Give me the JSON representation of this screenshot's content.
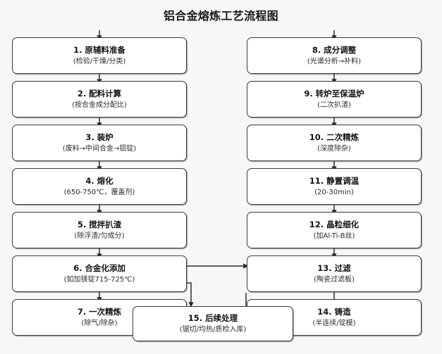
{
  "chart_data": {
    "type": "diagram",
    "diagram_kind": "flowchart",
    "title": "铝合金熔炼工艺流程图",
    "orientation": "two-column, top-to-bottom",
    "background_color": "#f7f7f7",
    "node_fill": "#ffffff",
    "node_border": "#3a3a3a",
    "text_color": "#131313",
    "nodes": [
      {
        "id": "n1",
        "label": "1. 原辅料准备",
        "sublabel": "(检验/干燥/分类)",
        "column": "left",
        "row": 1
      },
      {
        "id": "n2",
        "label": "2. 配料计算",
        "sublabel": "(按合金成分配比)",
        "column": "left",
        "row": 2
      },
      {
        "id": "n3",
        "label": "3. 装炉",
        "sublabel": "(废料→中间合金→铝锭)",
        "column": "left",
        "row": 3
      },
      {
        "id": "n4",
        "label": "4. 熔化",
        "sublabel": "(650-750℃，覆盖剂)",
        "column": "left",
        "row": 4
      },
      {
        "id": "n5",
        "label": "5. 搅拌扒渣",
        "sublabel": "(除浮渣/匀成分)",
        "column": "left",
        "row": 5
      },
      {
        "id": "n6",
        "label": "6. 合金化添加",
        "sublabel": "(如加镁锭715-725℃)",
        "column": "left",
        "row": 6
      },
      {
        "id": "n7",
        "label": "7. 一次精炼",
        "sublabel": "(除气/除杂)",
        "column": "left",
        "row": 7
      },
      {
        "id": "n8",
        "label": "8. 成分调整",
        "sublabel": "(光谱分析→补料)",
        "column": "right",
        "row": 1
      },
      {
        "id": "n9",
        "label": "9. 转炉至保温炉",
        "sublabel": "(二次扒渣)",
        "column": "right",
        "row": 2
      },
      {
        "id": "n10",
        "label": "10. 二次精炼",
        "sublabel": "(深度除杂)",
        "column": "right",
        "row": 3
      },
      {
        "id": "n11",
        "label": "11. 静置调温",
        "sublabel": "(20-30min)",
        "column": "right",
        "row": 4
      },
      {
        "id": "n12",
        "label": "12. 晶粒细化",
        "sublabel": "(加Al-Ti-B丝)",
        "column": "right",
        "row": 5
      },
      {
        "id": "n13",
        "label": "13. 过滤",
        "sublabel": "(陶瓷过滤板)",
        "column": "right",
        "row": 6
      },
      {
        "id": "n14",
        "label": "14. 铸造",
        "sublabel": "(半连续/锭模)",
        "column": "right",
        "row": 7
      },
      {
        "id": "n15",
        "label": "15. 后续处理",
        "sublabel": "(锯切/均热/质检入库)",
        "column": "center",
        "row": 8
      }
    ],
    "edges": [
      {
        "from": "n1",
        "to": "n2",
        "style": "vertical-arrow"
      },
      {
        "from": "n2",
        "to": "n3",
        "style": "vertical-arrow"
      },
      {
        "from": "n3",
        "to": "n4",
        "style": "vertical-arrow"
      },
      {
        "from": "n4",
        "to": "n5",
        "style": "vertical-arrow"
      },
      {
        "from": "n5",
        "to": "n6",
        "style": "vertical-arrow"
      },
      {
        "from": "n6",
        "to": "n7",
        "style": "vertical-arrow"
      },
      {
        "from": "n8",
        "to": "n9",
        "style": "vertical-arrow"
      },
      {
        "from": "n9",
        "to": "n10",
        "style": "vertical-arrow"
      },
      {
        "from": "n10",
        "to": "n11",
        "style": "vertical-arrow"
      },
      {
        "from": "n11",
        "to": "n12",
        "style": "vertical-arrow"
      },
      {
        "from": "n12",
        "to": "n13",
        "style": "vertical-arrow"
      },
      {
        "from": "n13",
        "to": "n14",
        "style": "vertical-arrow"
      },
      {
        "from": "n6",
        "to": "n13",
        "style": "horizontal-arrow-right"
      },
      {
        "from": "n7",
        "to": "n15",
        "style": "elbow-arrow-down"
      },
      {
        "from": "n14",
        "to": "n15",
        "style": "elbow-arrow-down"
      }
    ]
  }
}
